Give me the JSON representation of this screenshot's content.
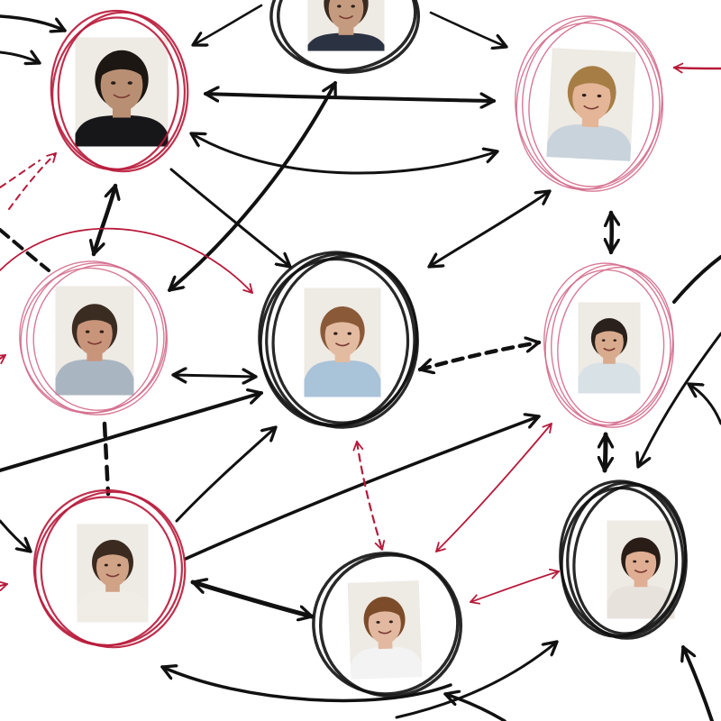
{
  "diagram": {
    "type": "social-network-hand-drawn",
    "colors": {
      "background": "#ffffff",
      "ink": "#111111",
      "accent": "#b8193a",
      "pink_ring": "#d46a8c"
    },
    "nodes": [
      {
        "id": "man-curly-black-tshirt",
        "ring": "red",
        "skin": "#b98f73",
        "hair": "#1c1712",
        "shirt": "#17171a",
        "icon": "person-portrait-icon"
      },
      {
        "id": "man-smiling-top",
        "ring": "black",
        "skin": "#c59b80",
        "hair": "#3a2b20",
        "shirt": "#2b3342",
        "icon": "person-portrait-icon"
      },
      {
        "id": "woman-blonde-smiling",
        "ring": "pink",
        "skin": "#e4b597",
        "hair": "#a67d45",
        "shirt": "#c9d3dc",
        "icon": "person-portrait-icon"
      },
      {
        "id": "man-bald-stubble",
        "ring": "pink",
        "skin": "#c9957a",
        "hair": "#3b2c22",
        "shirt": "#a9b6c2",
        "icon": "person-portrait-icon"
      },
      {
        "id": "woman-braid-center",
        "ring": "black-bold",
        "skin": "#e3bba1",
        "hair": "#8a5a38",
        "shirt": "#a9c3d8",
        "icon": "person-portrait-icon"
      },
      {
        "id": "woman-glasses-curly",
        "ring": "pink",
        "skin": "#d9ab8e",
        "hair": "#2a211c",
        "shirt": "#d7e1e6",
        "icon": "person-portrait-icon"
      },
      {
        "id": "man-short-hair-bottom",
        "ring": "red",
        "skin": "#d0a286",
        "hair": "#3a2a1f",
        "shirt": "#f0ede6",
        "icon": "person-portrait-icon"
      },
      {
        "id": "woman-ponytail-bottom",
        "ring": "black",
        "skin": "#e2b8a0",
        "hair": "#7c4c2a",
        "shirt": "#f3f3f3",
        "icon": "person-portrait-icon"
      },
      {
        "id": "woman-dark-hair-smiling",
        "ring": "black-bold",
        "skin": "#dfae93",
        "hair": "#2a1d17",
        "shirt": "#e8e2dc",
        "icon": "person-portrait-icon"
      }
    ],
    "connections": [
      {
        "from": "man-curly-black-tshirt",
        "to": "woman-blonde-smiling",
        "style": "solid",
        "color": "ink",
        "direction": "both"
      },
      {
        "from": "man-curly-black-tshirt",
        "to": "man-bald-stubble",
        "style": "solid",
        "color": "ink",
        "direction": "both"
      },
      {
        "from": "man-curly-black-tshirt",
        "to": "woman-braid-center",
        "style": "solid",
        "color": "ink",
        "direction": "forward"
      },
      {
        "from": "man-smiling-top",
        "to": "woman-blonde-smiling",
        "style": "solid",
        "color": "ink",
        "direction": "forward"
      },
      {
        "from": "man-smiling-top",
        "to": "man-curly-black-tshirt",
        "style": "solid",
        "color": "ink",
        "direction": "forward"
      },
      {
        "from": "woman-blonde-smiling",
        "to": "woman-braid-center",
        "style": "solid",
        "color": "ink",
        "direction": "both"
      },
      {
        "from": "woman-blonde-smiling",
        "to": "woman-glasses-curly",
        "style": "solid",
        "color": "ink",
        "direction": "both"
      },
      {
        "from": "man-bald-stubble",
        "to": "woman-braid-center",
        "style": "solid",
        "color": "ink",
        "direction": "both"
      },
      {
        "from": "man-bald-stubble",
        "to": "man-short-hair-bottom",
        "style": "dashed",
        "color": "ink",
        "direction": "none"
      },
      {
        "from": "woman-braid-center",
        "to": "woman-glasses-curly",
        "style": "dashed",
        "color": "ink",
        "direction": "both"
      },
      {
        "from": "woman-braid-center",
        "to": "woman-ponytail-bottom",
        "style": "dashed",
        "color": "accent",
        "direction": "both"
      },
      {
        "from": "woman-glasses-curly",
        "to": "woman-dark-hair-smiling",
        "style": "solid",
        "color": "ink",
        "direction": "both"
      },
      {
        "from": "man-short-hair-bottom",
        "to": "woman-ponytail-bottom",
        "style": "solid",
        "color": "ink",
        "direction": "both"
      },
      {
        "from": "man-short-hair-bottom",
        "to": "woman-braid-center",
        "style": "solid",
        "color": "ink",
        "direction": "forward"
      },
      {
        "from": "man-short-hair-bottom",
        "to": "woman-glasses-curly",
        "style": "solid",
        "color": "ink",
        "direction": "forward"
      },
      {
        "from": "woman-ponytail-bottom",
        "to": "woman-dark-hair-smiling",
        "style": "solid",
        "color": "accent",
        "direction": "both"
      },
      {
        "from": "woman-ponytail-bottom",
        "to": "woman-glasses-curly",
        "style": "solid",
        "color": "accent",
        "direction": "both"
      }
    ]
  }
}
